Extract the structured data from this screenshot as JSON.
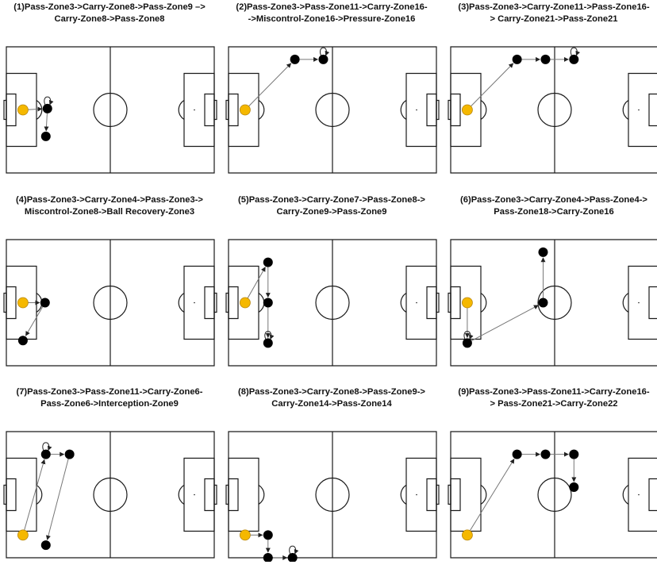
{
  "colors": {
    "pitch_line": "#1a1a1a",
    "start_marker": "#f5b800",
    "event_marker": "#000000",
    "arrow": "#777777"
  },
  "panels": [
    {
      "caption_lines": [
        "(1)Pass-Zone3->Carry-Zone8->Pass-Zone9 –>",
        "Carry-Zone8->Pass-Zone8"
      ],
      "start": [
        0.21,
        0.5
      ],
      "nodes": [
        [
          0.52,
          0.49
        ],
        [
          0.5,
          0.71
        ]
      ],
      "loops": [
        0
      ]
    },
    {
      "caption_lines": [
        "(2)Pass-Zone3->Pass-Zone11->Carry-Zone16-",
        "->Miscontrol-Zone16->Pressure-Zone16"
      ],
      "start": [
        0.21,
        0.5
      ],
      "nodes": [
        [
          0.84,
          0.1
        ],
        [
          1.2,
          0.1
        ]
      ],
      "loops": [
        1
      ]
    },
    {
      "caption_lines": [
        "(3)Pass-Zone3->Carry-Zone11->Pass-Zone16-",
        "> Carry-Zone21->Pass-Zone21"
      ],
      "start": [
        0.21,
        0.5
      ],
      "nodes": [
        [
          0.84,
          0.1
        ],
        [
          1.2,
          0.1
        ],
        [
          1.56,
          0.1
        ]
      ],
      "loops": [
        2
      ]
    },
    {
      "caption_lines": [
        "(4)Pass-Zone3->Carry-Zone4->Pass-Zone3->",
        "Miscontrol-Zone8->Ball Recovery-Zone3"
      ],
      "start": [
        0.21,
        0.5
      ],
      "nodes": [
        [
          0.49,
          0.5
        ],
        [
          0.21,
          0.8
        ]
      ],
      "loops": []
    },
    {
      "caption_lines": [
        "(5)Pass-Zone3->Carry-Zone7->Pass-Zone8->",
        "Carry-Zone9->Pass-Zone9"
      ],
      "start": [
        0.21,
        0.5
      ],
      "nodes": [
        [
          0.5,
          0.18
        ],
        [
          0.5,
          0.5
        ],
        [
          0.5,
          0.82
        ]
      ],
      "loops": [
        2
      ]
    },
    {
      "caption_lines": [
        "(6)Pass-Zone3->Carry-Zone4->Pass-Zone4->",
        "Pass-Zone18->Carry-Zone16"
      ],
      "start": [
        0.21,
        0.5
      ],
      "nodes": [
        [
          0.21,
          0.82
        ],
        [
          1.17,
          0.5
        ],
        [
          1.17,
          0.1
        ]
      ],
      "loops": [
        0
      ]
    },
    {
      "caption_lines": [
        "(7)Pass-Zone3->Pass-Zone11->Carry-Zone6-",
        "Pass-Zone6->Interception-Zone9"
      ],
      "start": [
        0.21,
        0.82
      ],
      "nodes": [
        [
          0.5,
          0.18
        ],
        [
          0.8,
          0.18
        ],
        [
          0.5,
          0.9
        ]
      ],
      "loops": [
        0
      ]
    },
    {
      "caption_lines": [
        "(8)Pass-Zone3->Carry-Zone8->Pass-Zone9->",
        "Carry-Zone14->Pass-Zone14"
      ],
      "start": [
        0.21,
        0.82
      ],
      "nodes": [
        [
          0.5,
          0.82
        ],
        [
          0.5,
          1.0
        ],
        [
          0.81,
          1.0
        ]
      ],
      "loops": [
        2
      ]
    },
    {
      "caption_lines": [
        "(9)Pass-Zone3->Pass-Zone11->Carry-Zone16-",
        ">  Pass-Zone21->Carry-Zone22"
      ],
      "start": [
        0.21,
        0.82
      ],
      "nodes": [
        [
          0.84,
          0.18
        ],
        [
          1.2,
          0.18
        ],
        [
          1.56,
          0.18
        ],
        [
          1.56,
          0.44
        ]
      ],
      "loops": []
    }
  ]
}
